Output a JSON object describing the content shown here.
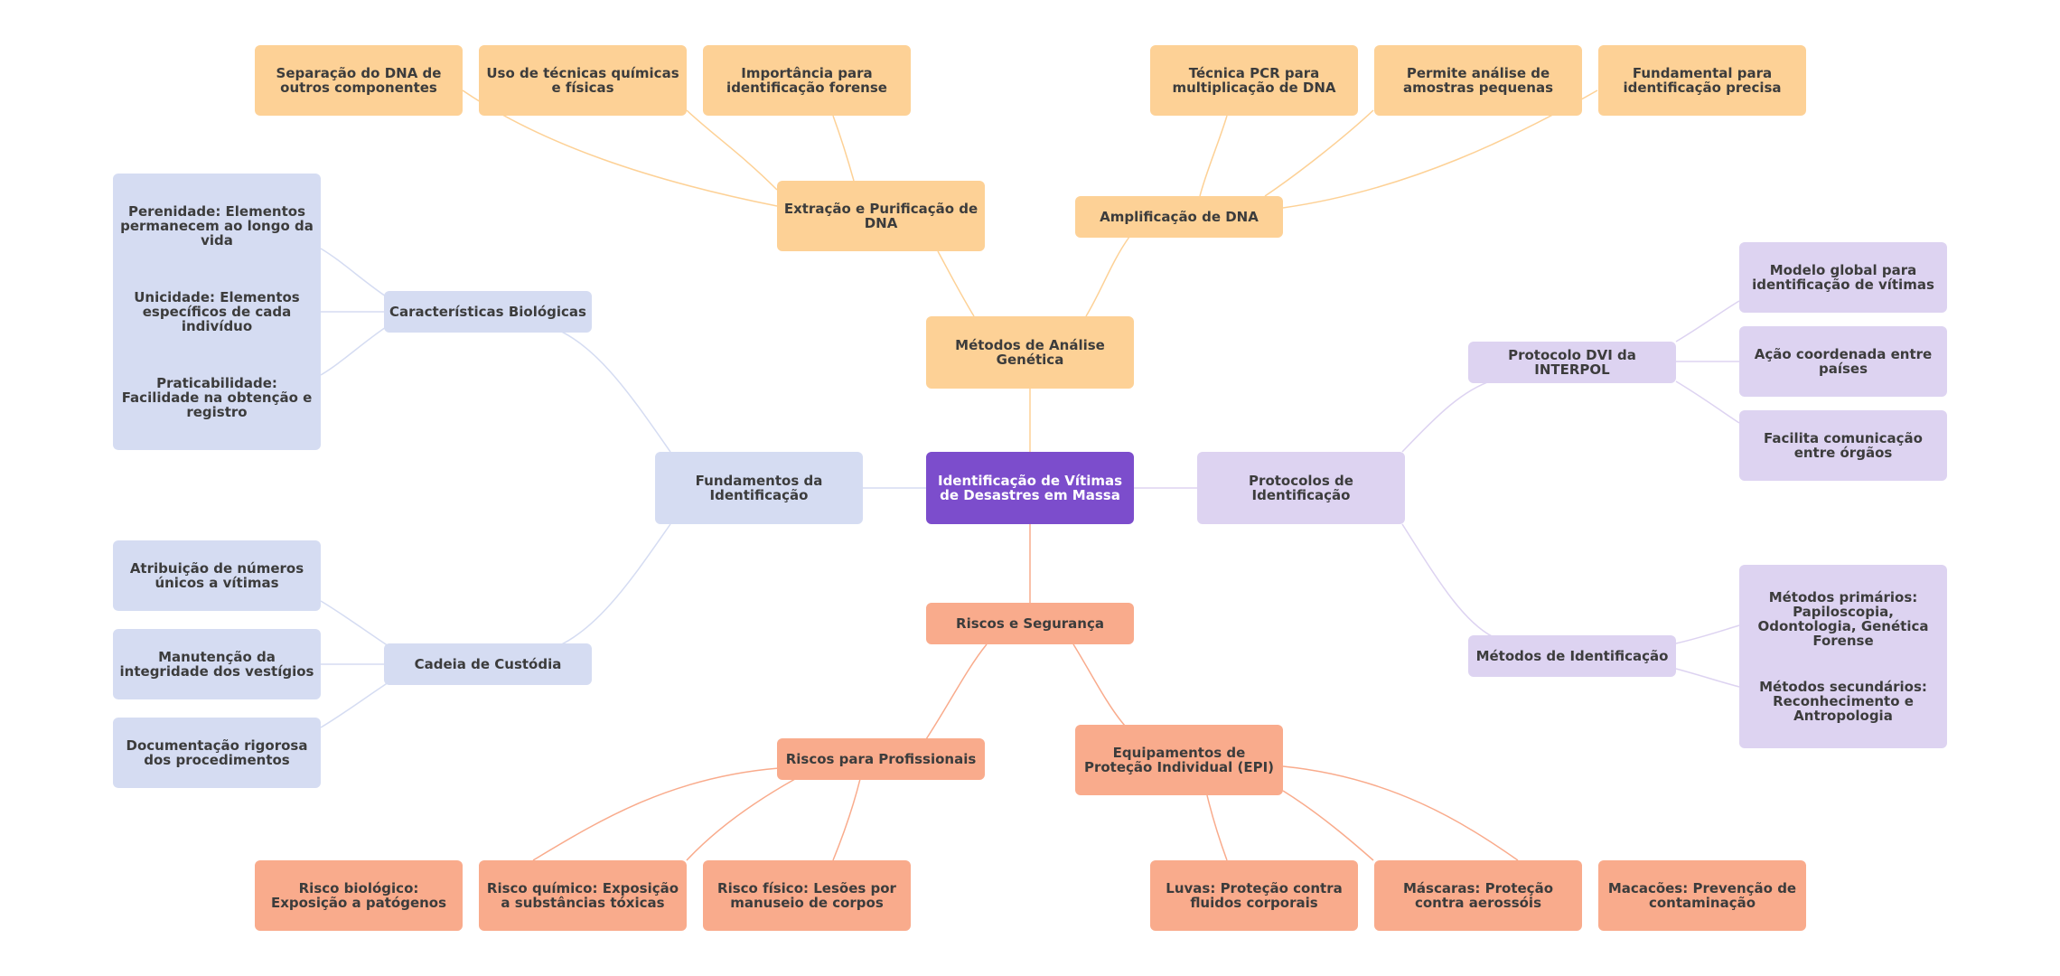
{
  "root": {
    "label": "Identificação de Vítimas de Desastres em Massa"
  },
  "branches": {
    "metodos": {
      "label": "Métodos de Análise Genética",
      "extracao": {
        "label": "Extração e Purificação de DNA",
        "items": [
          "Separação do DNA de outros componentes",
          "Uso de técnicas químicas e físicas",
          "Importância para identificação forense"
        ]
      },
      "amplificacao": {
        "label": "Amplificação de DNA",
        "items": [
          "Técnica PCR para multiplicação de DNA",
          "Permite análise de amostras pequenas",
          "Fundamental para identificação precisa"
        ]
      }
    },
    "fundamentos": {
      "label": "Fundamentos da Identificação",
      "caracteristicas": {
        "label": "Características Biológicas",
        "items": [
          "Perenidade: Elementos permanecem ao longo da vida",
          "Unicidade: Elementos específicos de cada indivíduo",
          "Praticabilidade: Facilidade na obtenção e registro"
        ]
      },
      "cadeia": {
        "label": "Cadeia de Custódia",
        "items": [
          "Atribuição de números únicos a vítimas",
          "Manutenção da integridade dos vestígios",
          "Documentação rigorosa dos procedimentos"
        ]
      }
    },
    "protocolos": {
      "label": "Protocolos de Identificação",
      "dvi": {
        "label": "Protocolo DVI da INTERPOL",
        "items": [
          "Modelo global para identificação de vítimas",
          "Ação coordenada entre países",
          "Facilita comunicação entre órgãos"
        ]
      },
      "metodos_id": {
        "label": "Métodos de Identificação",
        "items": [
          "Métodos primários: Papiloscopia, Odontologia, Genética Forense",
          "Métodos secundários: Reconhecimento e Antropologia"
        ]
      }
    },
    "riscos": {
      "label": "Riscos e Segurança",
      "profissionais": {
        "label": "Riscos para Profissionais",
        "items": [
          "Risco biológico: Exposição a patógenos",
          "Risco químico: Exposição a substâncias tóxicas",
          "Risco físico: Lesões por manuseio de corpos"
        ]
      },
      "epi": {
        "label": "Equipamentos de Proteção Individual (EPI)",
        "items": [
          "Luvas: Proteção contra fluidos corporais",
          "Máscaras: Proteção contra aerossóis",
          "Macacões: Prevenção de contaminação"
        ]
      }
    }
  },
  "colors": {
    "root": "#7c4dcc",
    "orange": "#fdd196",
    "blue": "#d5dcf2",
    "purple": "#ddd3f1",
    "salmon": "#f9ab8c",
    "edge_orange": "#fdd196",
    "edge_blue": "#d5dcf2",
    "edge_purple": "#ddd3f1",
    "edge_salmon": "#f9ab8c"
  }
}
